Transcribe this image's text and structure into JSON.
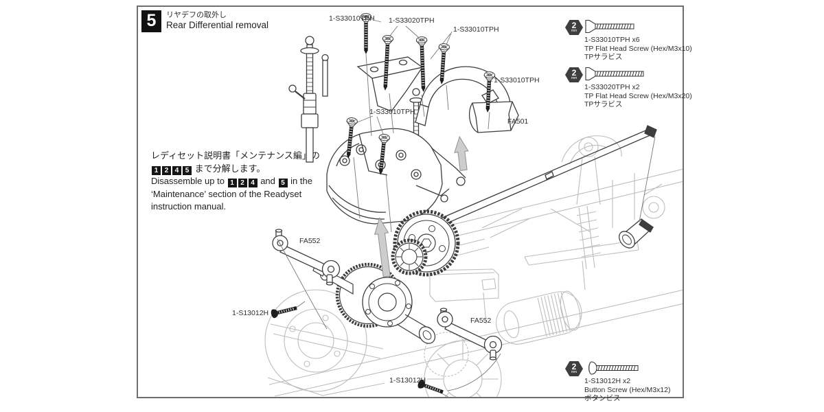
{
  "header": {
    "step_number": "5",
    "title_jp": "リヤデフの取外し",
    "title_en": "Rear Differential removal"
  },
  "instructions": {
    "jp_line1": "レディセット説明書「メンテナンス編」の",
    "jp_steps": [
      "1",
      "2",
      "4",
      "5"
    ],
    "jp_line2_suffix": "まで分解します。",
    "en_prefix": "Disassemble up to",
    "en_steps": [
      "1",
      "2",
      "4"
    ],
    "en_and": "and",
    "en_step_last": "5",
    "en_suffix": "in the",
    "en_line2": "‘Maintenance’ section of the Readyset",
    "en_line3": "instruction manual."
  },
  "diagram_labels": [
    {
      "text": "1-S33010TPH"
    },
    {
      "text": "1-S33020TPH"
    },
    {
      "text": "1-S33010TPH"
    },
    {
      "text": "1-S33010TPH"
    },
    {
      "text": "1-S33010TPH"
    },
    {
      "text": "FA501"
    },
    {
      "text": "FA552"
    },
    {
      "text": "FA552"
    },
    {
      "text": "1-S13012H"
    },
    {
      "text": "1-S13012H"
    }
  ],
  "callouts": [
    {
      "hex_size": "2",
      "hex_unit": "mm",
      "part": "1-S33010TPH x6",
      "desc": "TP Flat Head Screw (Hex/M3x10)",
      "desc_jp": "TPサラビス"
    },
    {
      "hex_size": "2",
      "hex_unit": "mm",
      "part": "1-S33020TPH x2",
      "desc": "TP Flat Head Screw (Hex/M3x20)",
      "desc_jp": "TPサラビス"
    },
    {
      "hex_size": "2",
      "hex_unit": "mm",
      "part": "1-S13012H x2",
      "desc": "Button Screw (Hex/M3x12)",
      "desc_jp": "ボタンビス"
    }
  ]
}
